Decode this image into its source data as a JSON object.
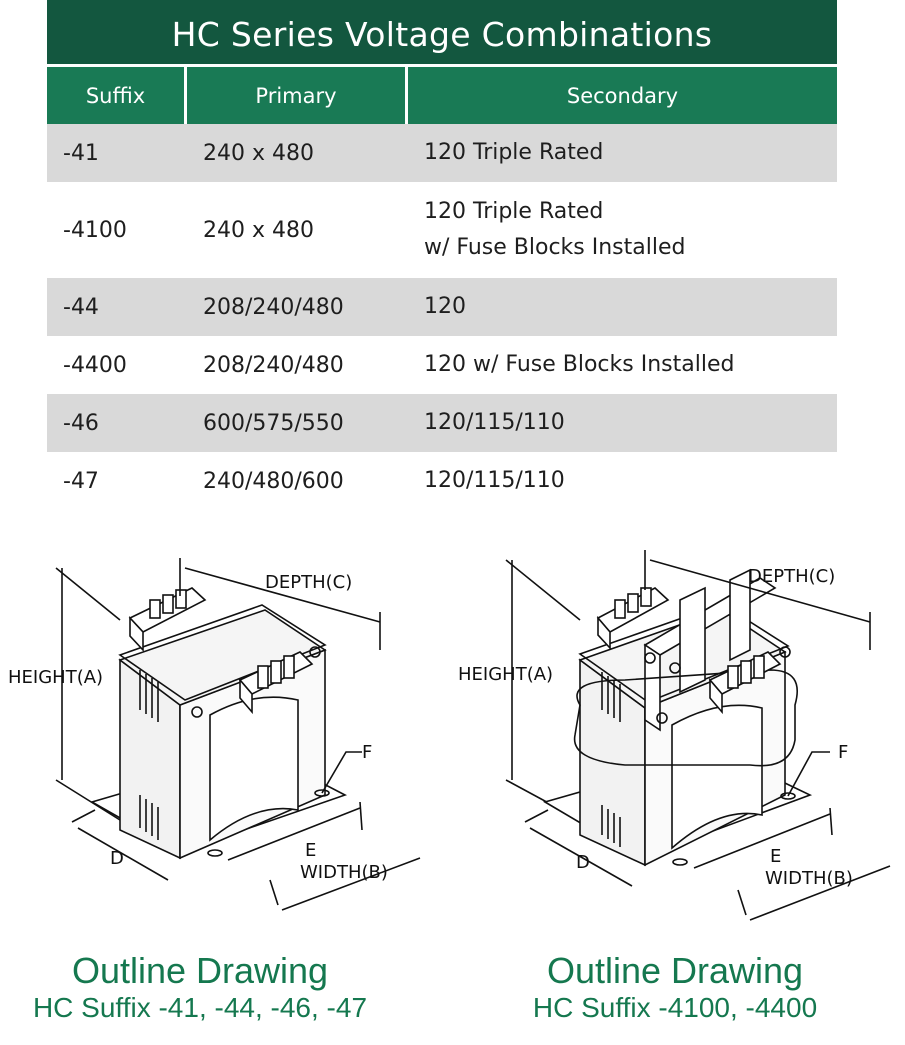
{
  "table": {
    "title": "HC Series Voltage Combinations",
    "headers": {
      "suffix": "Suffix",
      "primary": "Primary",
      "secondary": "Secondary"
    },
    "rows": [
      {
        "suffix": "-41",
        "primary": "240 x 480",
        "secondary_line1": "120 Triple Rated",
        "secondary_line2": ""
      },
      {
        "suffix": "-4100",
        "primary": "240 x 480",
        "secondary_line1": "120 Triple Rated",
        "secondary_line2": "w/ Fuse Blocks Installed"
      },
      {
        "suffix": "-44",
        "primary": "208/240/480",
        "secondary_line1": "120",
        "secondary_line2": ""
      },
      {
        "suffix": "-4400",
        "primary": "208/240/480",
        "secondary_line1": "120 w/ Fuse Blocks Installed",
        "secondary_line2": ""
      },
      {
        "suffix": "-46",
        "primary": "600/575/550",
        "secondary_line1": "120/115/110",
        "secondary_line2": ""
      },
      {
        "suffix": "-47",
        "primary": "240/480/600",
        "secondary_line1": "120/115/110",
        "secondary_line2": ""
      }
    ]
  },
  "drawings": {
    "labels": {
      "height": "HEIGHT(A)",
      "depth": "DEPTH(C)",
      "width": "WIDTH(B)",
      "d": "D",
      "e": "E",
      "f": "F"
    },
    "left": {
      "title": "Outline Drawing",
      "subtitle": "HC Suffix -41, -44, -46, -47"
    },
    "right": {
      "title": "Outline Drawing",
      "subtitle": "HC Suffix -4100, -4400"
    }
  },
  "colors": {
    "title_bg": "#13573f",
    "header_bg": "#197a55",
    "shaded_row": "#d9d9d9",
    "caption": "#15784f"
  }
}
